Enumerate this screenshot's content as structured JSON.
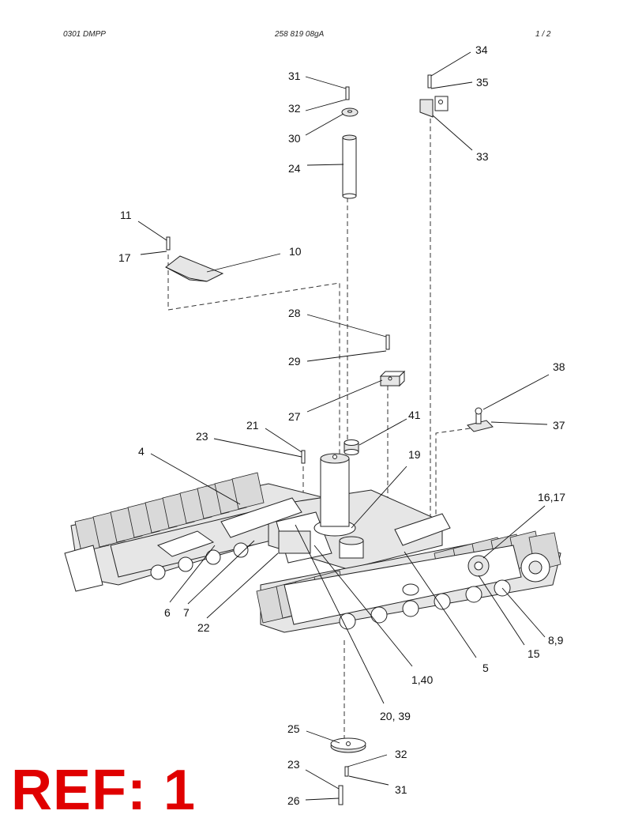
{
  "header": {
    "left": "0301 DMPP",
    "center": "258 819 08gA",
    "right": "1 /  2"
  },
  "reference_mark": "REF: 1",
  "callouts": [
    {
      "id": "c31a",
      "text": "31"
    },
    {
      "id": "c32a",
      "text": "32"
    },
    {
      "id": "c30",
      "text": "30"
    },
    {
      "id": "c24",
      "text": "24"
    },
    {
      "id": "c34",
      "text": "34"
    },
    {
      "id": "c35",
      "text": "35"
    },
    {
      "id": "c33",
      "text": "33"
    },
    {
      "id": "c11",
      "text": "11"
    },
    {
      "id": "c17",
      "text": "17"
    },
    {
      "id": "c10",
      "text": "10"
    },
    {
      "id": "c28",
      "text": "28"
    },
    {
      "id": "c29",
      "text": "29"
    },
    {
      "id": "c27",
      "text": "27"
    },
    {
      "id": "c38",
      "text": "38"
    },
    {
      "id": "c37",
      "text": "37"
    },
    {
      "id": "c41",
      "text": "41"
    },
    {
      "id": "c21",
      "text": "21"
    },
    {
      "id": "c23a",
      "text": "23"
    },
    {
      "id": "c4",
      "text": "4"
    },
    {
      "id": "c19",
      "text": "19"
    },
    {
      "id": "c1617",
      "text": "16,17"
    },
    {
      "id": "c6",
      "text": "6"
    },
    {
      "id": "c7",
      "text": "7"
    },
    {
      "id": "c22",
      "text": "22"
    },
    {
      "id": "c5",
      "text": "5"
    },
    {
      "id": "c89",
      "text": "8,9"
    },
    {
      "id": "c15",
      "text": "15"
    },
    {
      "id": "c140",
      "text": "1,40"
    },
    {
      "id": "c2039",
      "text": "20, 39"
    },
    {
      "id": "c25",
      "text": "25"
    },
    {
      "id": "c32b",
      "text": "32"
    },
    {
      "id": "c23b",
      "text": "23"
    },
    {
      "id": "c31b",
      "text": "31"
    },
    {
      "id": "c26",
      "text": "26"
    }
  ]
}
